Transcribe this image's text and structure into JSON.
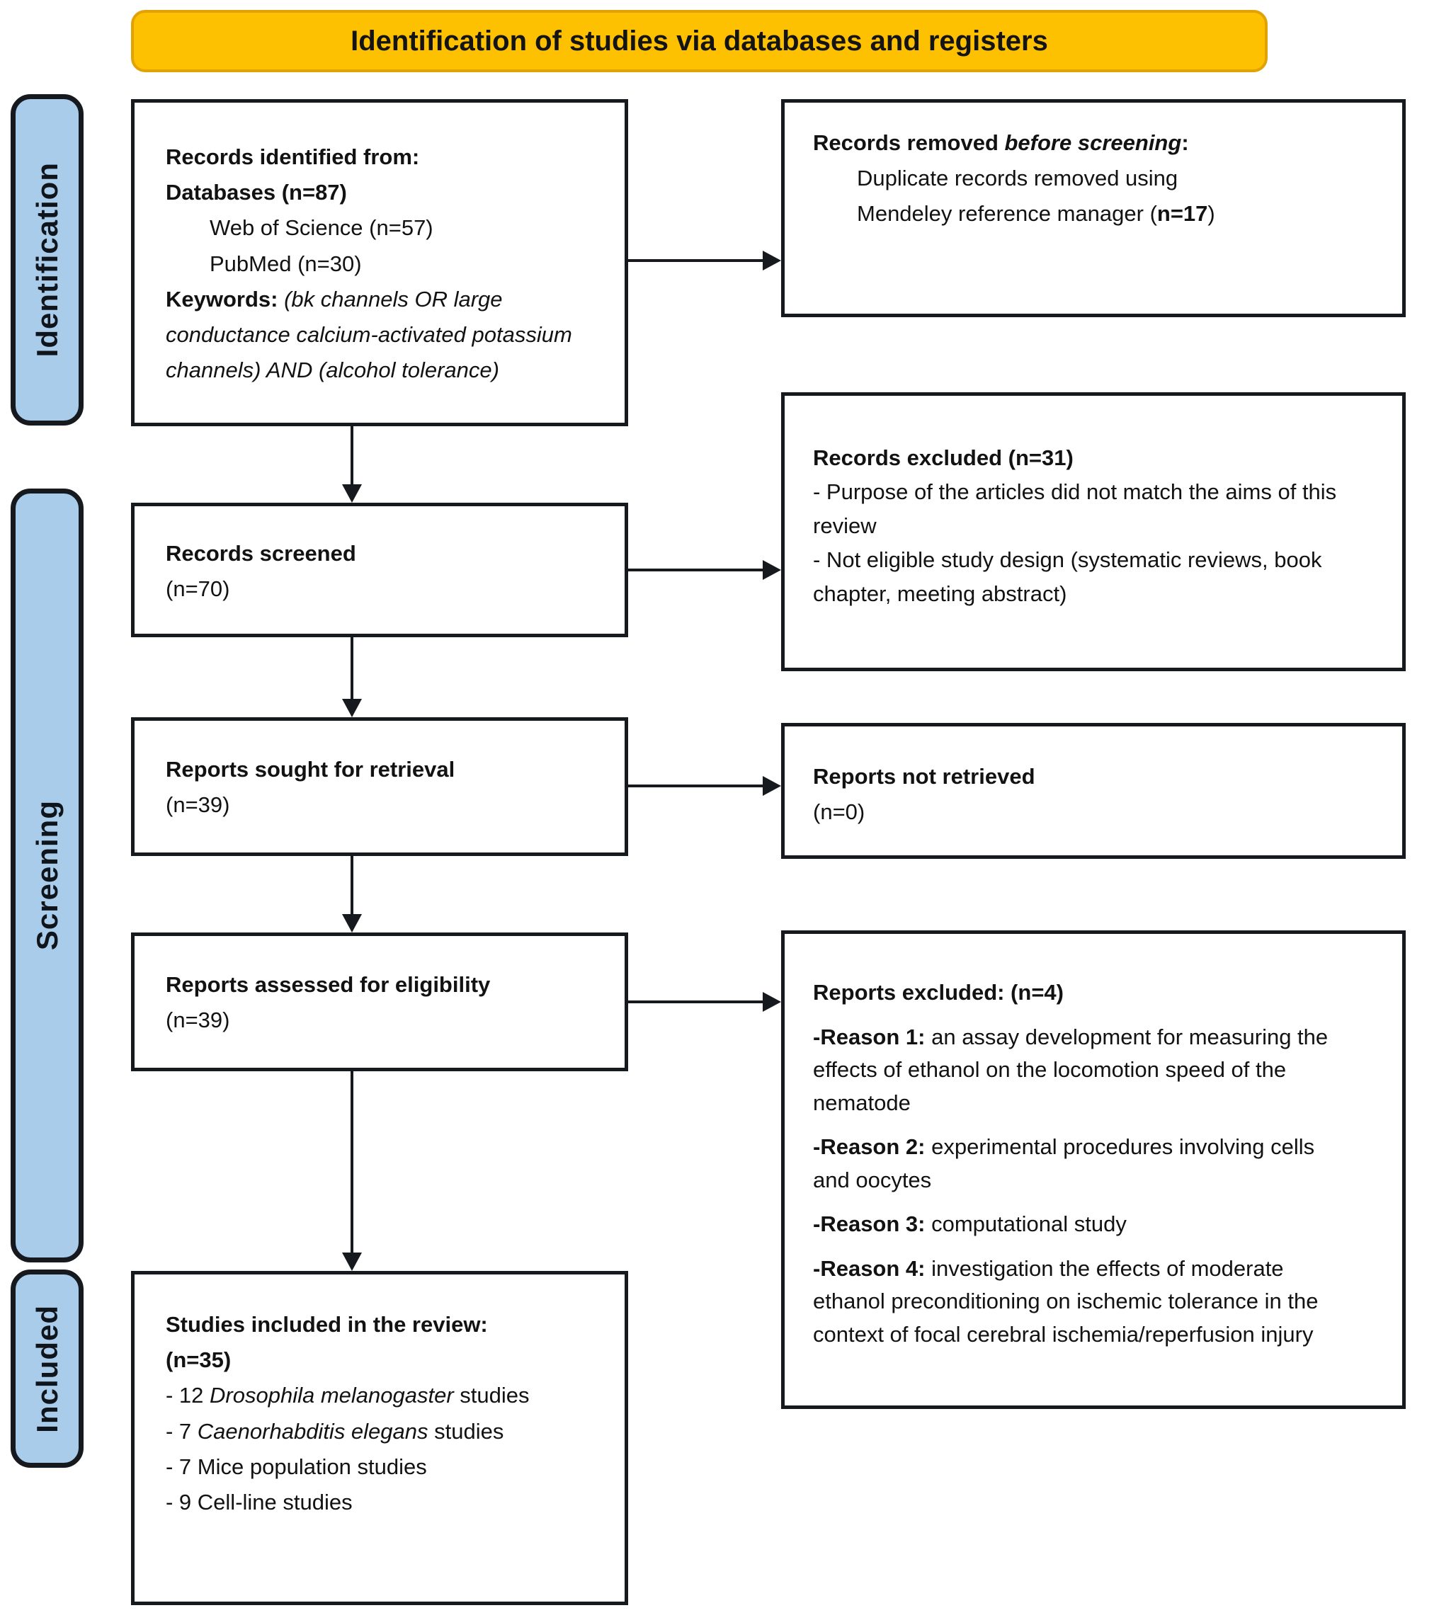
{
  "title_banner": "Identification of studies via databases and registers",
  "colors": {
    "banner_fill": "#FDC101",
    "banner_border": "#E2A204",
    "stage_fill": "#A9CCEB",
    "line_color": "#16191d"
  },
  "stages": {
    "identification": "Identification",
    "screening": "Screening",
    "included": "Included"
  },
  "boxes": {
    "records_identified": {
      "title": "Records identified from:",
      "subtitle": "Databases (n=87)",
      "sources": [
        "Web of Science (n=57)",
        "PubMed (n=30)"
      ],
      "keywords_label": "Keywords:",
      "keywords_text": "(bk channels OR large conductance calcium-activated potassium channels) AND (alcohol tolerance)"
    },
    "records_removed": {
      "title_pre": "Records removed ",
      "title_em": "before screening",
      "title_post": ":",
      "body": "Duplicate records removed using Mendeley reference manager (",
      "count": "n=17",
      "body_close": ")"
    },
    "records_screened": {
      "title": "Records screened",
      "count": "(n=70)"
    },
    "records_excluded": {
      "title": "Records excluded (n=31)",
      "bullets": [
        "- Purpose of the articles did not match the aims of this review",
        "- Not eligible study design (systematic reviews, book chapter, meeting abstract)"
      ]
    },
    "reports_sought": {
      "title": "Reports sought for retrieval",
      "count": "(n=39)"
    },
    "reports_not_retrieved": {
      "title": "Reports not retrieved",
      "count": "(n=0)"
    },
    "reports_assessed": {
      "title": "Reports assessed for eligibility",
      "count": "(n=39)"
    },
    "reports_excluded": {
      "title": "Reports excluded: (n=4)",
      "reasons": [
        {
          "label": "-Reason 1:",
          "text": " an assay development for measuring the effects of ethanol on the locomotion speed of the nematode"
        },
        {
          "label": "-Reason 2:",
          "text": " experimental procedures involving cells and oocytes"
        },
        {
          "label": "-Reason 3:",
          "text": " computational study"
        },
        {
          "label": "-Reason 4:",
          "text": " investigation the effects of moderate ethanol preconditioning on ischemic tolerance in the context of focal cerebral ischemia/reperfusion injury"
        }
      ]
    },
    "studies_included": {
      "title": "Studies included in the review:",
      "count": "(n=35)",
      "items": [
        {
          "pre": "- 12 ",
          "species": "Drosophila melanogaster",
          "post": " studies"
        },
        {
          "pre": "- 7 ",
          "species": "Caenorhabditis elegans",
          "post": " studies"
        },
        {
          "pre": "- 7 Mice population studies",
          "species": "",
          "post": ""
        },
        {
          "pre": "- 9 Cell-line studies",
          "species": "",
          "post": ""
        }
      ]
    }
  }
}
